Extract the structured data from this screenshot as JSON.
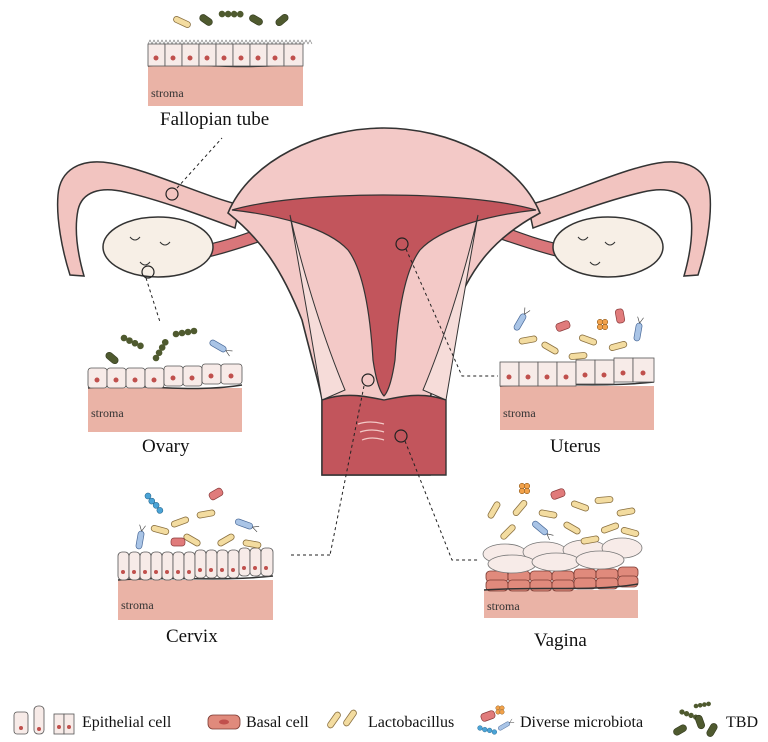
{
  "labels": {
    "fallopian_tube": "Fallopian tube",
    "ovary": "Ovary",
    "uterus": "Uterus",
    "cervix": "Cervix",
    "vagina": "Vagina"
  },
  "stroma_label": "stroma",
  "legend": [
    {
      "icon": "epithelial-cell-icon",
      "label": "Epithelial cell"
    },
    {
      "icon": "basal-cell-icon",
      "label": "Basal cell"
    },
    {
      "icon": "lactobacillus-icon",
      "label": "Lactobacillus"
    },
    {
      "icon": "diverse-microbiota-icon",
      "label": "Diverse microbiota"
    },
    {
      "icon": "tbd-microbe-icon",
      "label": "TBD"
    }
  ],
  "colors": {
    "tissue_pink": "#f2c4c0",
    "uterus_outer": "#f3c9c7",
    "uterus_inner": "#c2555c",
    "ovary_fill": "#f7efe6",
    "stroma": "#eab3a6",
    "lactobacillus": "#f3dca0",
    "tbd": "#4f5a2f",
    "cell_nucleus": "#c0504d"
  }
}
